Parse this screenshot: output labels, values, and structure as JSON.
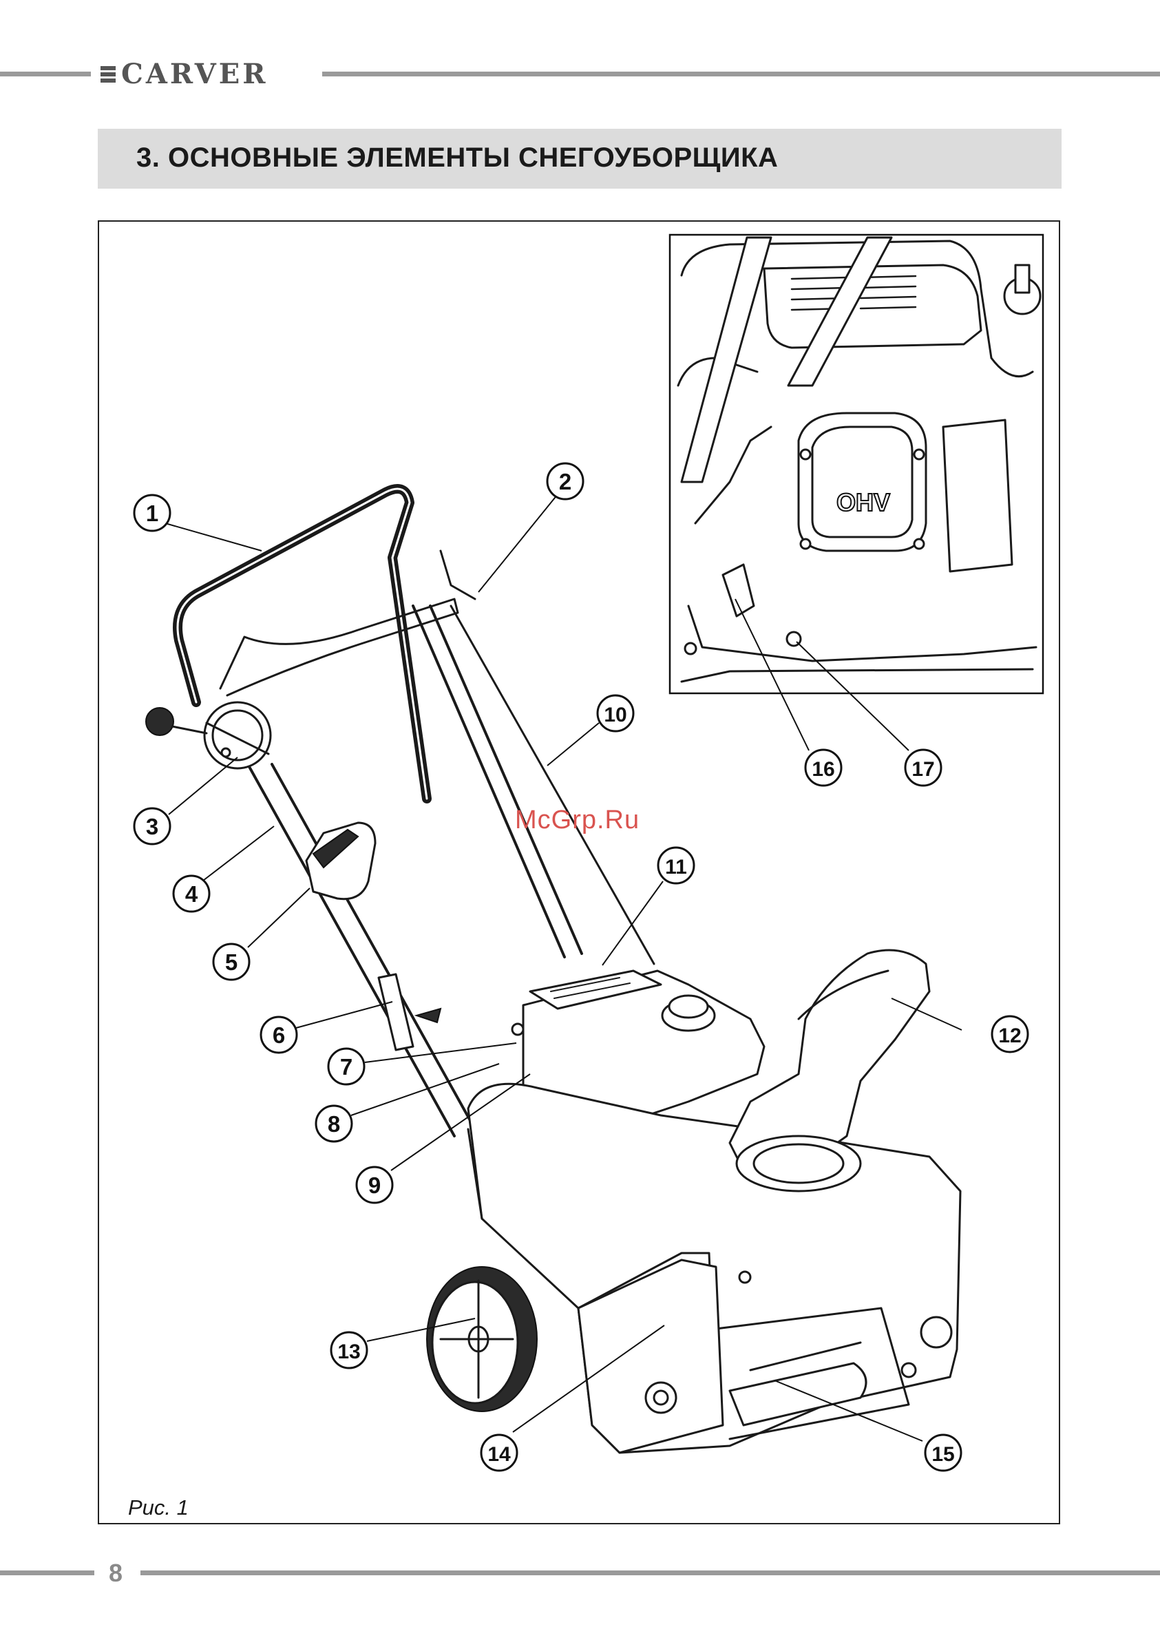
{
  "header": {
    "brand": "CARVER"
  },
  "section": {
    "title": "3. ОСНОВНЫЕ ЭЛЕМЕНТЫ СНЕГОУБОРЩИКА"
  },
  "figure": {
    "caption": "Рис. 1",
    "inset_engine_label": "OHV",
    "watermark": "McGrp.Ru",
    "callouts": [
      "1",
      "2",
      "3",
      "4",
      "5",
      "6",
      "7",
      "8",
      "9",
      "10",
      "11",
      "12",
      "13",
      "14",
      "15",
      "16",
      "17"
    ]
  },
  "footer": {
    "page_number": "8"
  }
}
